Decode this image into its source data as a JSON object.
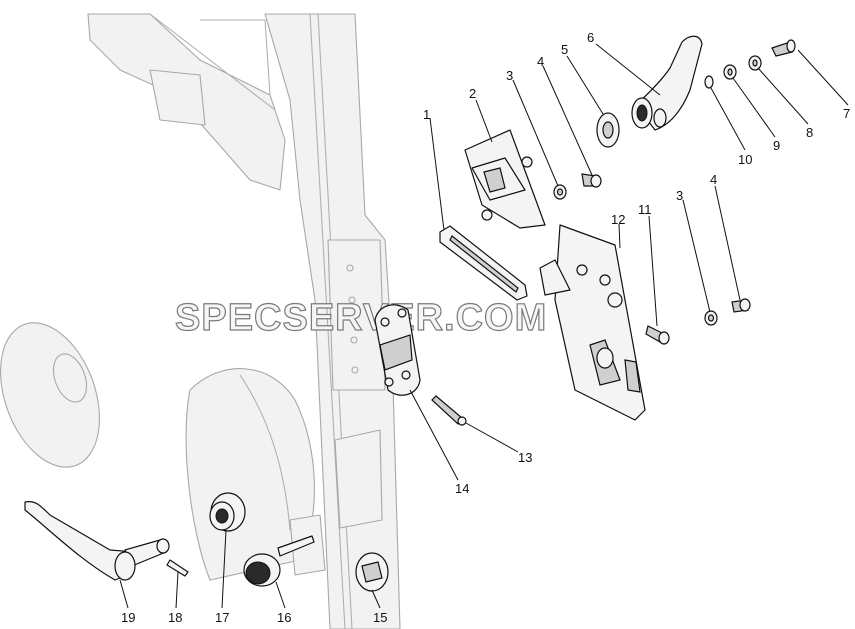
{
  "watermark": "SPECSERVER.COM",
  "callouts": [
    {
      "id": "c1",
      "label": "1"
    },
    {
      "id": "c2",
      "label": "2"
    },
    {
      "id": "c3a",
      "label": "3"
    },
    {
      "id": "c4a",
      "label": "4"
    },
    {
      "id": "c5",
      "label": "5"
    },
    {
      "id": "c6",
      "label": "6"
    },
    {
      "id": "c7",
      "label": "7"
    },
    {
      "id": "c8",
      "label": "8"
    },
    {
      "id": "c9",
      "label": "9"
    },
    {
      "id": "c10",
      "label": "10"
    },
    {
      "id": "c3b",
      "label": "3"
    },
    {
      "id": "c4b",
      "label": "4"
    },
    {
      "id": "c11",
      "label": "11"
    },
    {
      "id": "c12",
      "label": "12"
    },
    {
      "id": "c13",
      "label": "13"
    },
    {
      "id": "c14",
      "label": "14"
    },
    {
      "id": "c15",
      "label": "15"
    },
    {
      "id": "c16",
      "label": "16"
    },
    {
      "id": "c17",
      "label": "17"
    },
    {
      "id": "c18",
      "label": "18"
    },
    {
      "id": "c19",
      "label": "19"
    }
  ]
}
